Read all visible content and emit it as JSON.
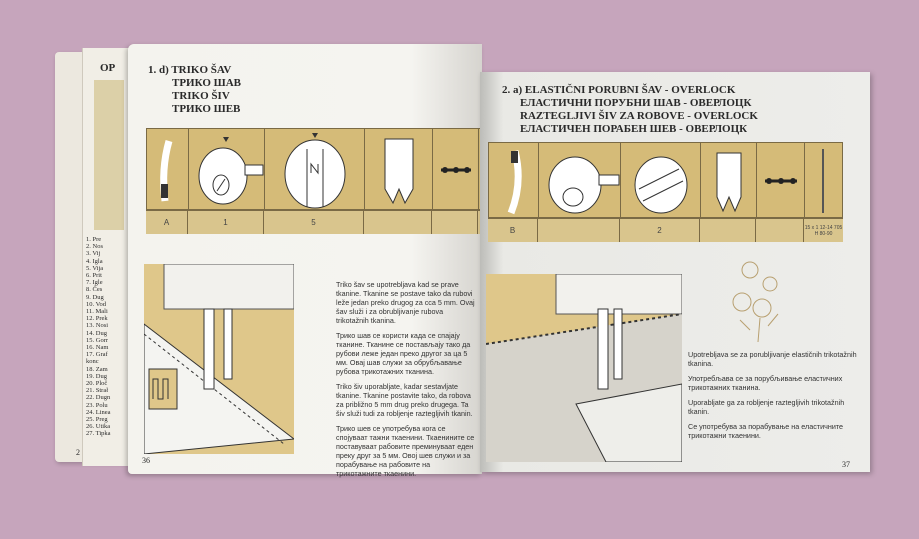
{
  "back_page": {
    "title": "OP",
    "list": [
      "1. Pre",
      "2. Nos",
      "3. Vij",
      "4. Igla",
      "5. Vija",
      "6. Prit",
      "7. Igle",
      "8. Čes",
      "9. Dug",
      "10. Vod",
      "11. Mali",
      "12. Prek",
      "13. Nosi",
      "14. Dug",
      "15. Gorr",
      "16. Nam",
      "17. Graf",
      "konc",
      "18. Zam",
      "19. Dug",
      "20. Ploč",
      "21. Strał",
      "22. Dugn",
      "23. Polu",
      "24. Linea",
      "25. Preg",
      "26. Utika",
      "27. Tipka"
    ],
    "page_number": "2"
  },
  "left_page": {
    "title_lines": [
      "1. d) TRIKO ŠAV",
      "ТРИКО ШАВ",
      "TRIKO ŠIV",
      "ТРИКО ШЕВ"
    ],
    "settings": [
      "A",
      "1",
      "5",
      "",
      ""
    ],
    "paragraphs": [
      "Triko šav se upotrebljava kad se prave tkanine. Tkanine se postave tako da rubovi leže jedan preko drugog za cca 5 mm. Ovaj šav služi i za obrubljivanje rubova trikotažnih tkanina.",
      "Трико шав се користи када се спајају тканине. Тканине се постављају тако да рубови леже један преко другог за ца 5 мм. Овај шав служи за обрубљавање рубова трикотажних тканина.",
      "Triko šiv uporabljate, kadar sestavljate tkanine. Tkanine postavite tako, da robova za približno 5 mm drug preko drugega. Ta šiv služi tudi za robljenje raztegljivih tkanin.",
      "Трико шев се употребува кога се спојуваат тажни ткаенини. Ткаенините се поставуваат рабовите преминуваат еден преку друг за 5 мм. Овој шев служи и за порабување на рабовите на трикотажните ткаенини."
    ],
    "page_number": "36"
  },
  "right_page": {
    "title_lines": [
      "2. a) ELASTIČNI PORUBNI ŠAV - OVERLOCK",
      "ЕЛАСТИЧНИ ПОРУБНИ ШАВ - ОВЕРЛОЦК",
      "RAZTEGLJIVI ŠIV ZA ROBOVE - OVERLOCK",
      "ЕЛАСТИЧЕН ПОРАБЕН ШЕВ - ОВЕРЛОЦК"
    ],
    "settings": [
      "B",
      "",
      "2",
      "",
      "",
      "15 x 1  12-14 705 H  80-90"
    ],
    "paragraphs": [
      "Upotrebljava se za porubljivanje elastičnih trikotažnih tkanina.",
      "Употребљава се за порубљивање еластичних трикотажних тканина.",
      "Uporabljate ga za robljenje raztegljivih trikotažnih tkanin.",
      "Се употребува за порабување на еластичните трикотажни ткаенини."
    ],
    "page_number": "37"
  },
  "colors": {
    "background": "#c6a5bc",
    "band": "#d5bb78"
  }
}
